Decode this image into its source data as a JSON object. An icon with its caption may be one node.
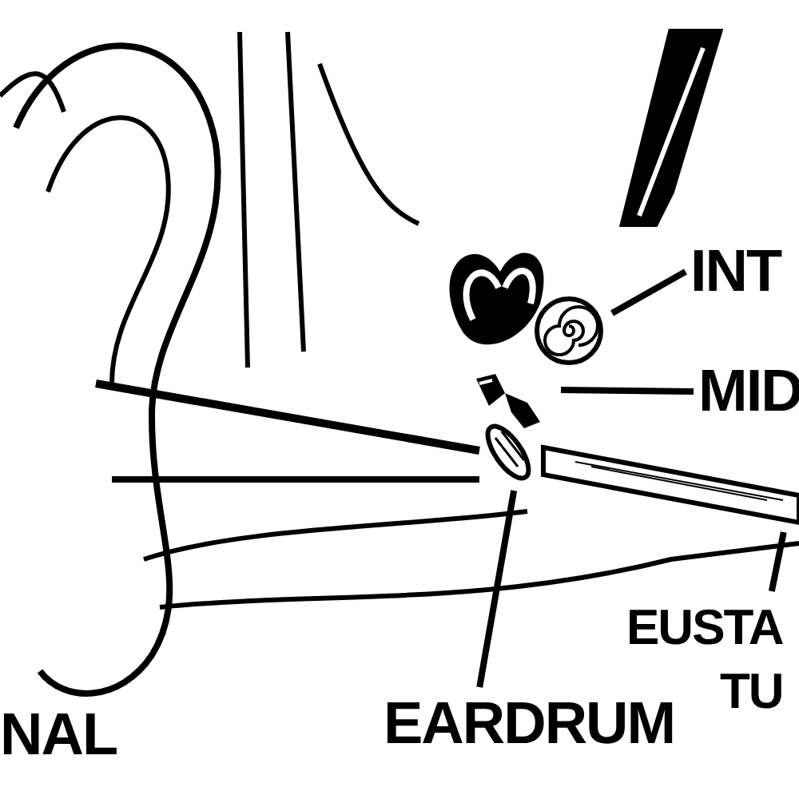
{
  "diagram": {
    "nodes": [
      {
        "text": [
          "INT"
        ]
      },
      {
        "text": [],
        "shape": "picture"
      },
      {
        "text": [
          "MID"
        ]
      },
      {
        "text": [],
        "shape": "picture"
      },
      {
        "text": [
          "EARDRUM"
        ]
      },
      {
        "text": [],
        "shape": "picture"
      },
      {
        "text": [
          "EUSTA TU"
        ]
      },
      {
        "text": [],
        "shape": "picture"
      }
    ],
    "edges": [
      {
        "from": 0,
        "to": 1,
        "arrow": "none"
      },
      {
        "from": 2,
        "to": 3,
        "arrow": "none"
      },
      {
        "from": 4,
        "to": 5,
        "arrow": "none"
      },
      {
        "from": 6,
        "to": 7,
        "arrow": "none"
      }
    ],
    "labels": [
      "NAL"
    ]
  }
}
